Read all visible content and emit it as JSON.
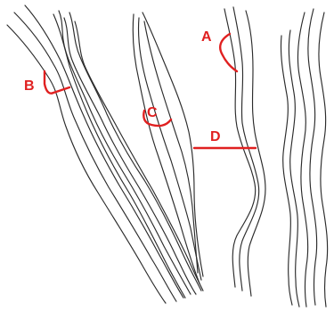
{
  "labels": {
    "a": "A",
    "b": "B",
    "c": "C",
    "d": "D"
  },
  "colors": {
    "background": "#ffffff",
    "line": "#2b2b2b",
    "annotation": "#e02020"
  }
}
